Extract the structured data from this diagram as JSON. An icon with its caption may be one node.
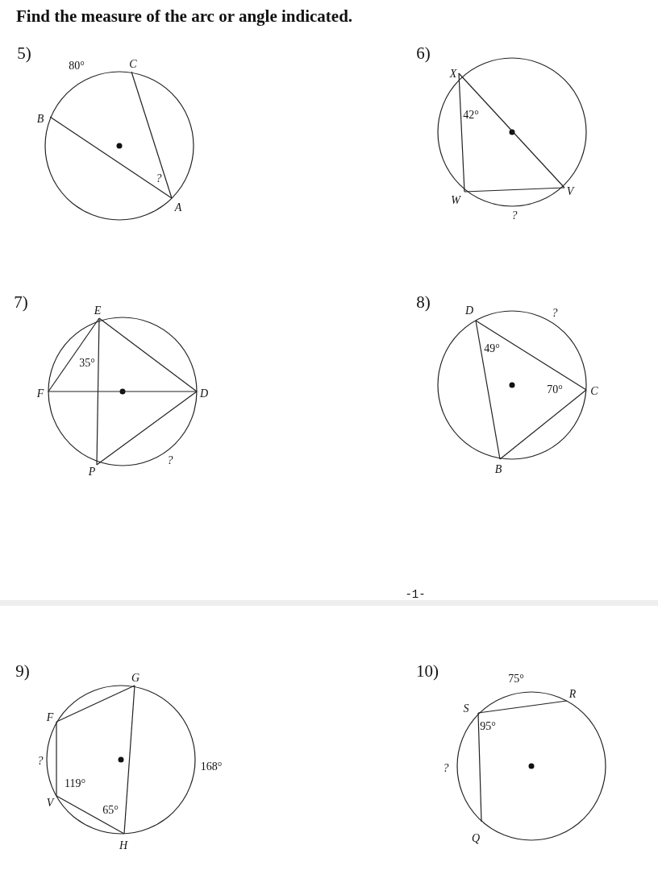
{
  "diagram": {
    "title": "Find the measure of the arc or angle indicated.",
    "labels": [
      "5)",
      "80°",
      "C",
      "B",
      "?",
      "A",
      "6)",
      "X",
      "42°",
      "W",
      "V",
      "?",
      "7)",
      "E",
      "35°",
      "F",
      "D",
      "P",
      "?",
      "8)",
      "D",
      "?",
      "49°",
      "70°",
      "C",
      "B",
      "-1-",
      "9)",
      "G",
      "F",
      "?",
      "119°",
      "V",
      "65°",
      "H",
      "168°",
      "10)",
      "75°",
      "R",
      "S",
      "95°",
      "?",
      "Q"
    ]
  }
}
